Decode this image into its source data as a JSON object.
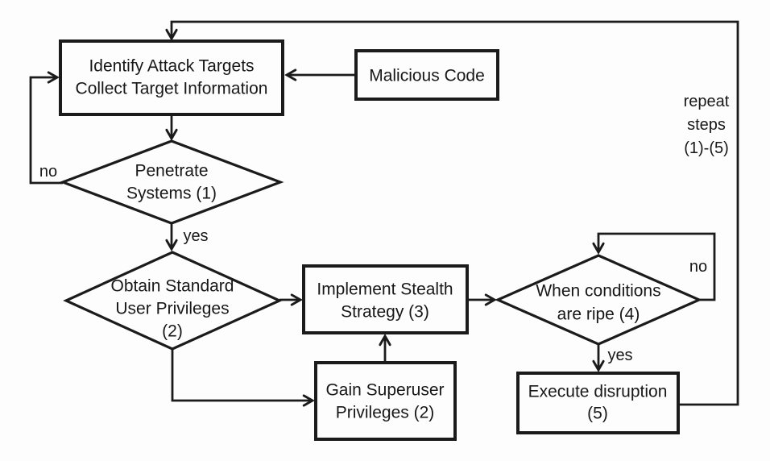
{
  "diagram": {
    "title_hint": "malicious code attack flowchart",
    "ink_color": "#1b1b1b",
    "background_color": "#fdfdfd",
    "nodes": {
      "identify": {
        "shape": "rectangle",
        "lines": [
          "Identify Attack Targets",
          "Collect Target Information"
        ]
      },
      "malicious": {
        "shape": "rectangle",
        "lines": [
          "Malicious Code"
        ]
      },
      "penetrate": {
        "shape": "diamond",
        "lines": [
          "Penetrate",
          "Systems (1)"
        ]
      },
      "obtain": {
        "shape": "diamond",
        "lines": [
          "Obtain Standard",
          "User Privileges",
          "(2)"
        ]
      },
      "stealth": {
        "shape": "rectangle",
        "lines": [
          "Implement Stealth",
          "Strategy (3)"
        ]
      },
      "superuser": {
        "shape": "rectangle",
        "lines": [
          "Gain Superuser",
          "Privileges (2)"
        ]
      },
      "ripe": {
        "shape": "diamond",
        "lines": [
          "When conditions",
          "are ripe (4)"
        ]
      },
      "execute": {
        "shape": "rectangle",
        "lines": [
          "Execute disruption",
          "(5)"
        ]
      }
    },
    "edge_labels": {
      "penetrate_no": "no",
      "penetrate_yes": "yes",
      "ripe_no": "no",
      "ripe_yes": "yes"
    },
    "annotations": {
      "repeat_loop": [
        "repeat",
        "steps",
        "(1)-(5)"
      ]
    }
  }
}
